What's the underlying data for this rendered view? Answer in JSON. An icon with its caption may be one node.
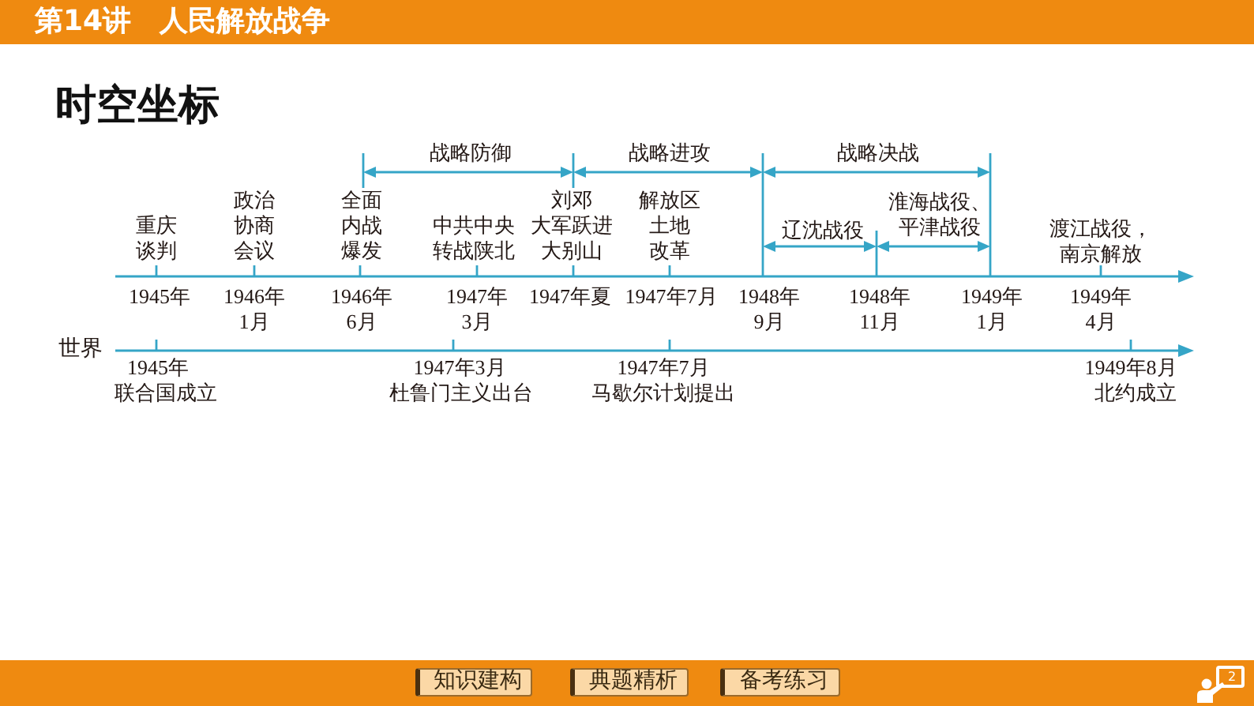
{
  "diagram": {
    "title": "时空坐标",
    "labels": [
      "第14讲　人民解放战争",
      "战略防御",
      "战略进攻",
      "战略决战",
      "重庆谈判",
      "政治协商会议",
      "全面内战爆发",
      "中共中央转战陕北",
      "刘邓大军跃进大别山",
      "解放区土地改革",
      "辽沈战役",
      "淮海战役、平津战役",
      "渡江战役，南京解放",
      "1945年",
      "1946年1月",
      "1946年6月",
      "1947年3月",
      "1947年夏",
      "1947年7月",
      "1948年9月",
      "1948年11月",
      "1949年1月",
      "1949年4月",
      "世界",
      "1945年",
      "联合国成立",
      "1947年3月",
      "杜鲁门主义出台",
      "1947年7月",
      "马歇尔计划提出",
      "1949年8月",
      "北约成立",
      "知识建构",
      "典题精析",
      "备考练习",
      "2"
    ]
  }
}
